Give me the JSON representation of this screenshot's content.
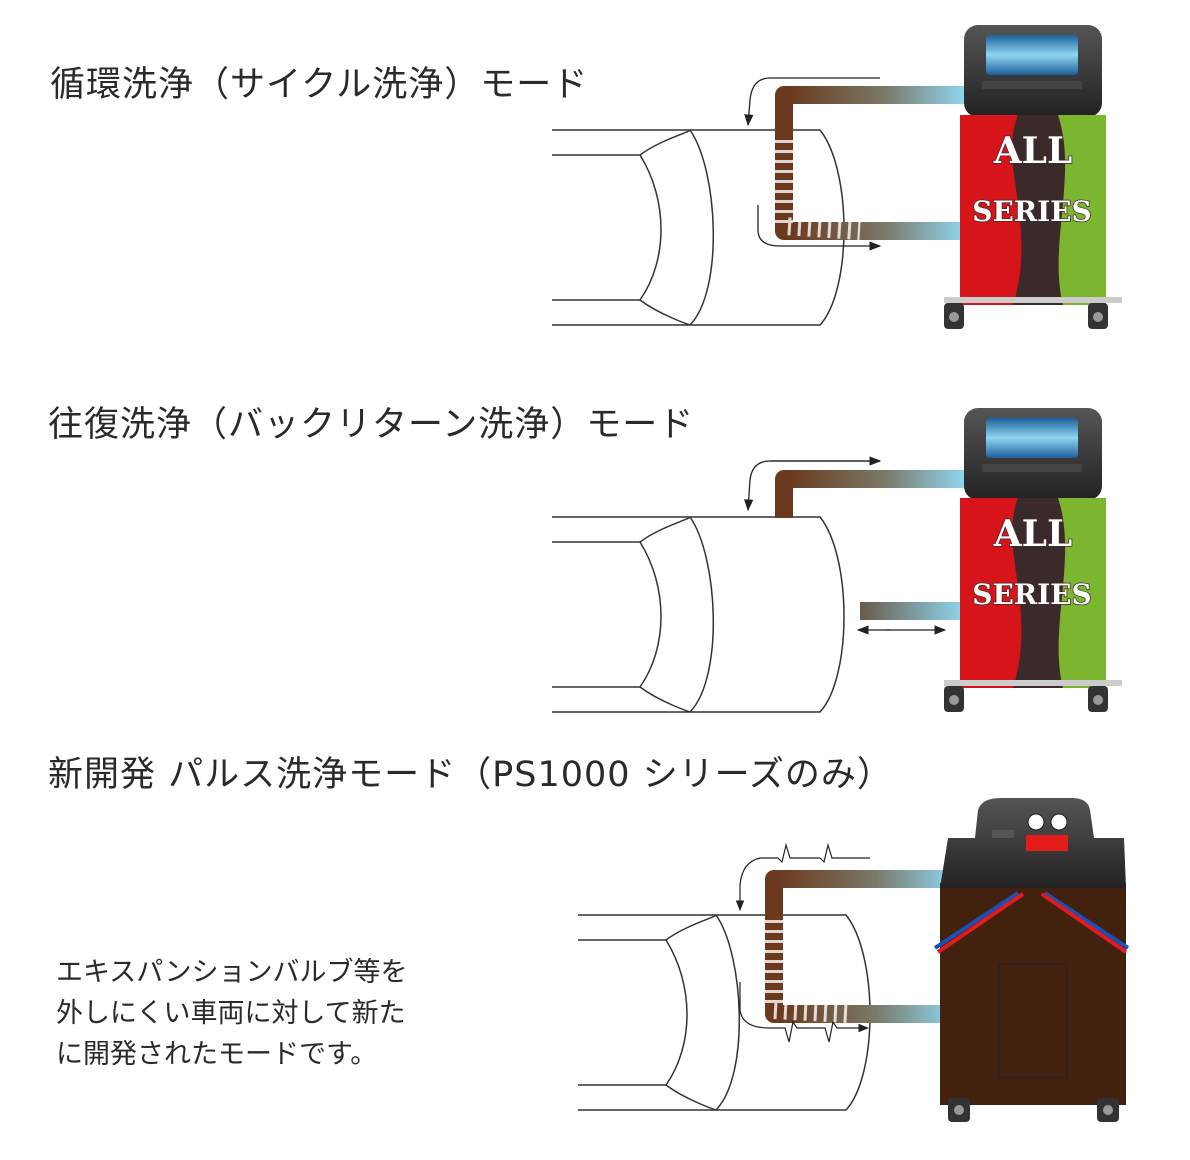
{
  "modes": [
    {
      "title": "循環洗浄（サイクル洗浄）モード"
    },
    {
      "title": "往復洗浄（バックリターン洗浄）モード"
    },
    {
      "title": "新開発 パルス洗浄モード（PS1000 シリーズのみ）",
      "description": [
        "エキスパンションバルブ等を",
        "外しにくい車両に対して新た",
        "に開発されたモードです。"
      ]
    }
  ],
  "machine_logo": {
    "line1": "ALL",
    "line2": "SERIES"
  },
  "colors": {
    "pipe_brown": "#6b3a1e",
    "pipe_blue": "#8fd6f0",
    "machine_red": "#d7141a",
    "machine_dark": "#3a2a2a",
    "machine_green": "#7cb52f",
    "ps1000_body": "#42220f"
  }
}
